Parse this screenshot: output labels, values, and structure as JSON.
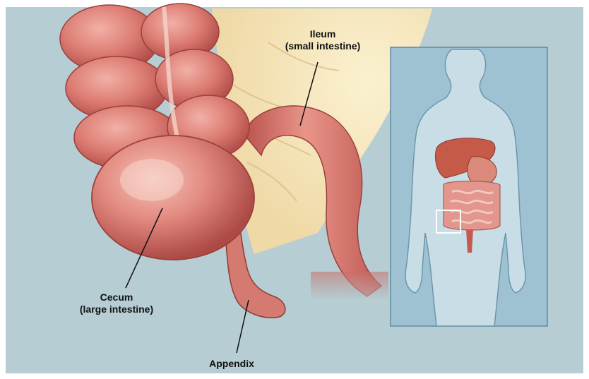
{
  "labels": {
    "ileum": {
      "name": "Ileum",
      "sub": "(small intestine)"
    },
    "cecum": {
      "name": "Cecum",
      "sub": "(large intestine)"
    },
    "appendix": {
      "name": "Appendix"
    }
  },
  "inset": {
    "description": "body silhouette with digestive organs; highlighted region marks the appendix area"
  },
  "colors": {
    "background": "#b5cdd3",
    "colon": "#d8776f",
    "mesentery": "#f3e2b3",
    "inset_panel": "#9fc2d2",
    "highlight_box": "#ffffff"
  }
}
